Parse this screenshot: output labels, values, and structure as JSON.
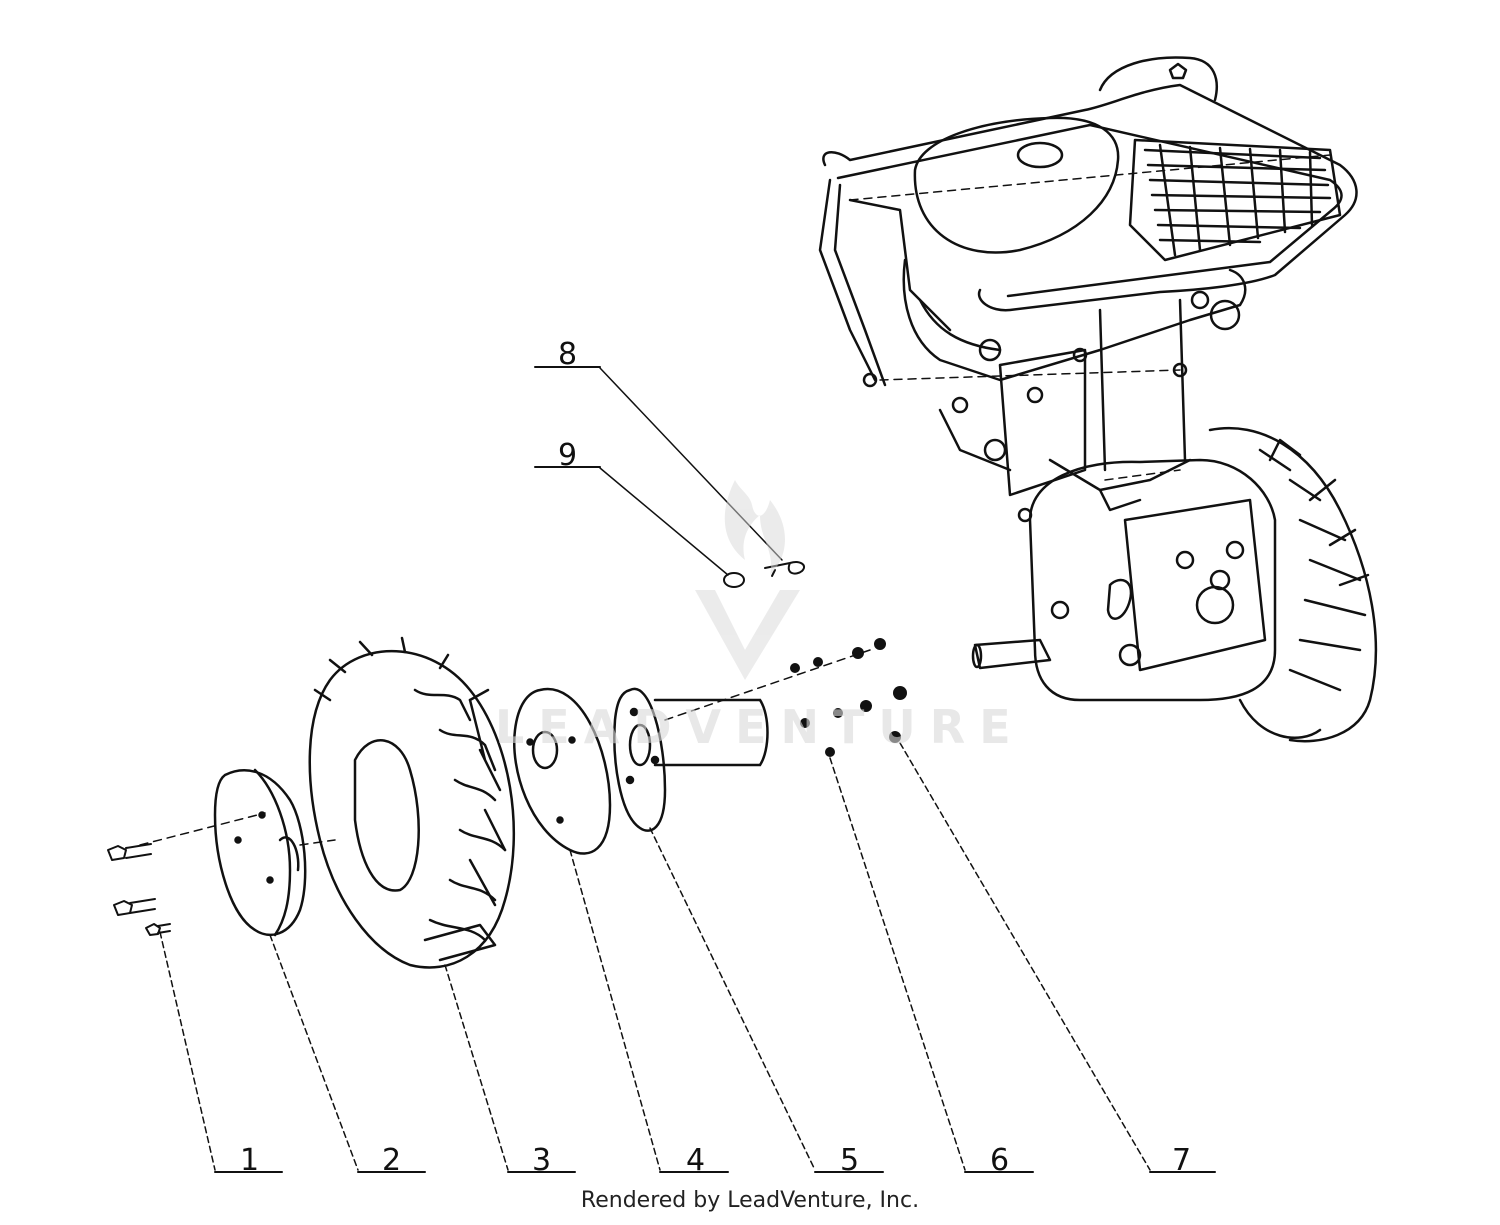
{
  "callouts": [
    {
      "label": "1"
    },
    {
      "label": "2"
    },
    {
      "label": "3"
    },
    {
      "label": "4"
    },
    {
      "label": "5"
    },
    {
      "label": "6"
    },
    {
      "label": "7"
    },
    {
      "label": "8"
    },
    {
      "label": "9"
    }
  ],
  "watermark": {
    "text": "LEADVENTURE"
  },
  "footer": {
    "text": "Rendered by LeadVenture, Inc."
  },
  "colors": {
    "line": "#111111",
    "watermark": "#d9d9d9"
  }
}
